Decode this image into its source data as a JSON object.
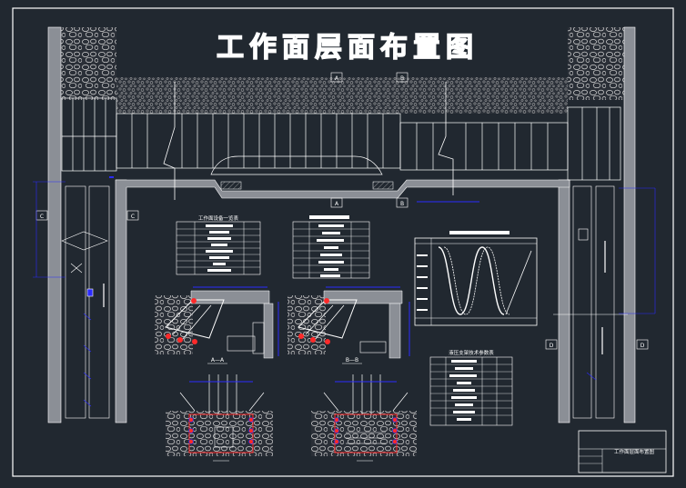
{
  "drawing": {
    "title": "工作面层面布置图",
    "section_marks": {
      "a_top": "A",
      "b_top": "B",
      "a_bottom": "A",
      "b_bottom": "B",
      "c_left": "C",
      "c_right": "C",
      "d_left": "D",
      "d_right": "D"
    },
    "table_titles": {
      "table_left": "工作面设备一览表",
      "table_bottom": "液压支架技术参数表"
    },
    "section_labels": {
      "a_a": "A—A",
      "b_b": "B—B"
    },
    "title_block": {
      "name": "工作面层面布置图"
    }
  },
  "colors": {
    "background": "#212830",
    "lines": "#ffffff",
    "dimension": "#2b2bff",
    "accent_red": "#ff2a2a",
    "wall_fill": "#8b8f96"
  }
}
